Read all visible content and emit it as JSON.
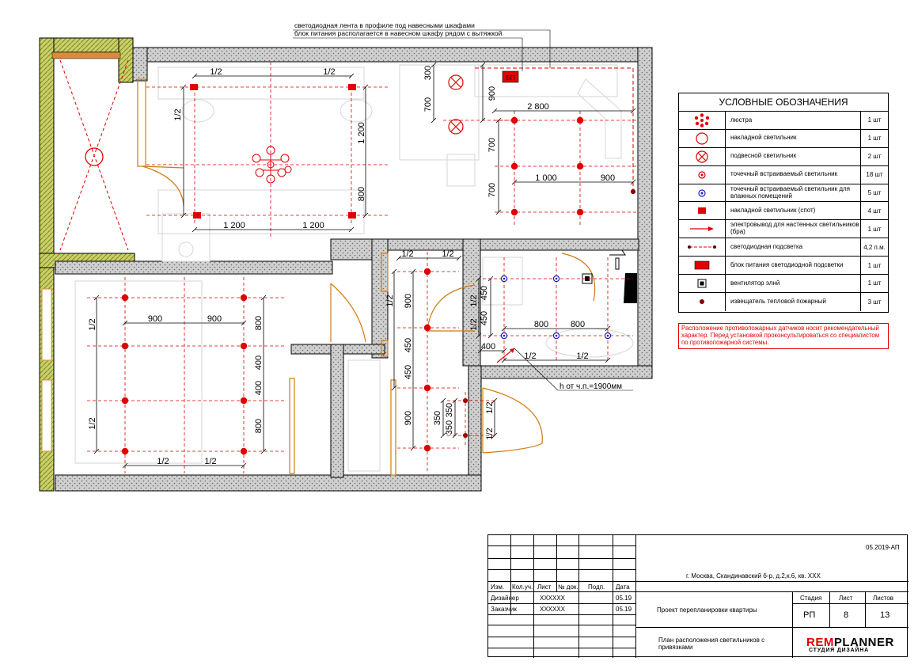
{
  "top_notes": {
    "led_strip": "светодиодная лента в профиле под навесными шкафами",
    "power_supply": "блок питания располагается в навесном шкафу рядом с вытяжкой"
  },
  "dimensions": {
    "half": "1/2",
    "d300": "300",
    "d700": "700",
    "d900": "900",
    "d2800": "2 800",
    "d1000": "1 000",
    "d1200": "1 200",
    "d800": "800",
    "d400": "400",
    "d450": "450",
    "d350": "350"
  },
  "labels": {
    "ps_badge": "БП",
    "height_note": "h от ч.п.=1900мм"
  },
  "legend": {
    "title": "УСЛОВНЫЕ ОБОЗНАЧЕНИЯ",
    "items": [
      {
        "icon": "chandelier-icon",
        "name": "люстра",
        "qty": "1 шт"
      },
      {
        "icon": "surface-light-icon",
        "name": "накладной светильник",
        "qty": "1 шт"
      },
      {
        "icon": "pendant-light-icon",
        "name": "подвесной светильник",
        "qty": "2 шт"
      },
      {
        "icon": "recessed-spot-icon",
        "name": "точечный встраиваемый светильник",
        "qty": "18 шт"
      },
      {
        "icon": "wet-spot-icon",
        "name": "точечный встраиваемый светильник для влажных помещений",
        "qty": "5 шт"
      },
      {
        "icon": "spot-light-icon",
        "name": "накладной светильник (спот)",
        "qty": "4 шт"
      },
      {
        "icon": "wall-outlet-icon",
        "name": "электровывод для настенных светильников (бра)",
        "qty": "1 шт"
      },
      {
        "icon": "led-strip-icon",
        "name": "светодиодная подсветка",
        "qty": "4,2 п.м."
      },
      {
        "icon": "led-power-icon",
        "name": "блок питания светодиодной подсветки",
        "qty": "1 шт"
      },
      {
        "icon": "fan-icon",
        "name": "вентилятор элнй",
        "qty": "1 шт"
      },
      {
        "icon": "heat-detector-icon",
        "name": "извещатель тепловой пожарный",
        "qty": "3 шт"
      }
    ]
  },
  "fire_note": "Расположение противопожарных датчиков носит рекомендательный характер. Перед установкой проконсультироваться со специалистом по противопожарной системы.",
  "title_block": {
    "code": "05.2019-АП",
    "address": "г. Москва, Скандинавский б-р, д.2,к.6, кв. XXX",
    "headers": [
      "Изм.",
      "Кол.уч.",
      "Лист",
      "№ док.",
      "Подп.",
      "Дата"
    ],
    "designer_label": "Дизайнер",
    "designer": "XXXXXX",
    "designer_date": "05.19",
    "client_label": "Заказчик",
    "client": "XXXXXX",
    "client_date": "05.19",
    "project": "Проект перепланировки квартиры",
    "sheet_title": "План расположения светильников с привязками",
    "stage_label": "Стадия",
    "sheet_label": "Лист",
    "sheets_label": "Листов",
    "stage": "РП",
    "sheet": "8",
    "sheets": "13",
    "brand_a": "REM",
    "brand_b": "PLANNER",
    "brand_sub": "СТУДИЯ ДИЗАЙНА"
  },
  "colors": {
    "light": "#e00000",
    "wet": "#2020c0",
    "door": "#d07a10",
    "wall": "#9a9a9a"
  }
}
